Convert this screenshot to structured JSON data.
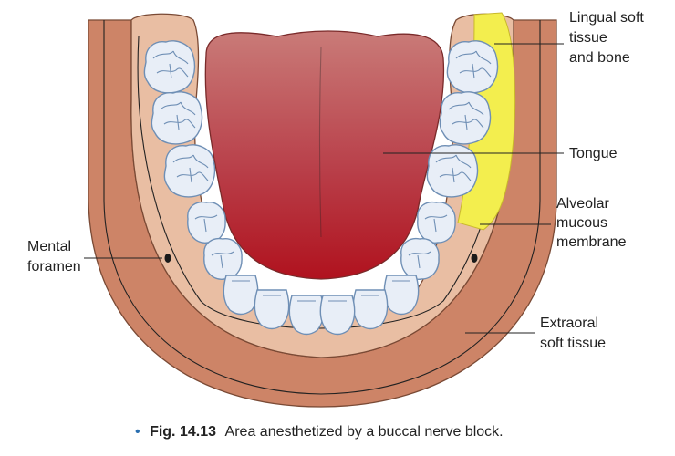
{
  "labels": {
    "lingual": [
      "Lingual soft",
      "tissue",
      "and bone"
    ],
    "tongue": "Tongue",
    "alveolar": [
      "Alveolar",
      "mucous",
      "membrane"
    ],
    "mental": [
      "Mental",
      "foramen"
    ],
    "extraoral": [
      "Extraoral",
      "soft tissue"
    ]
  },
  "caption": {
    "bullet": "•",
    "fig": "Fig. 14.13",
    "text": "Area anesthetized by a buccal nerve block."
  },
  "colors": {
    "extraoral": "#cd8467",
    "alveolar": "#e9bea3",
    "gum": "#d99f83",
    "tongue_top": "#c97b78",
    "tongue_bottom": "#b0121e",
    "tooth": "#e8eef7",
    "highlight": "#f3ee4e",
    "outline": "#7a4a35"
  }
}
